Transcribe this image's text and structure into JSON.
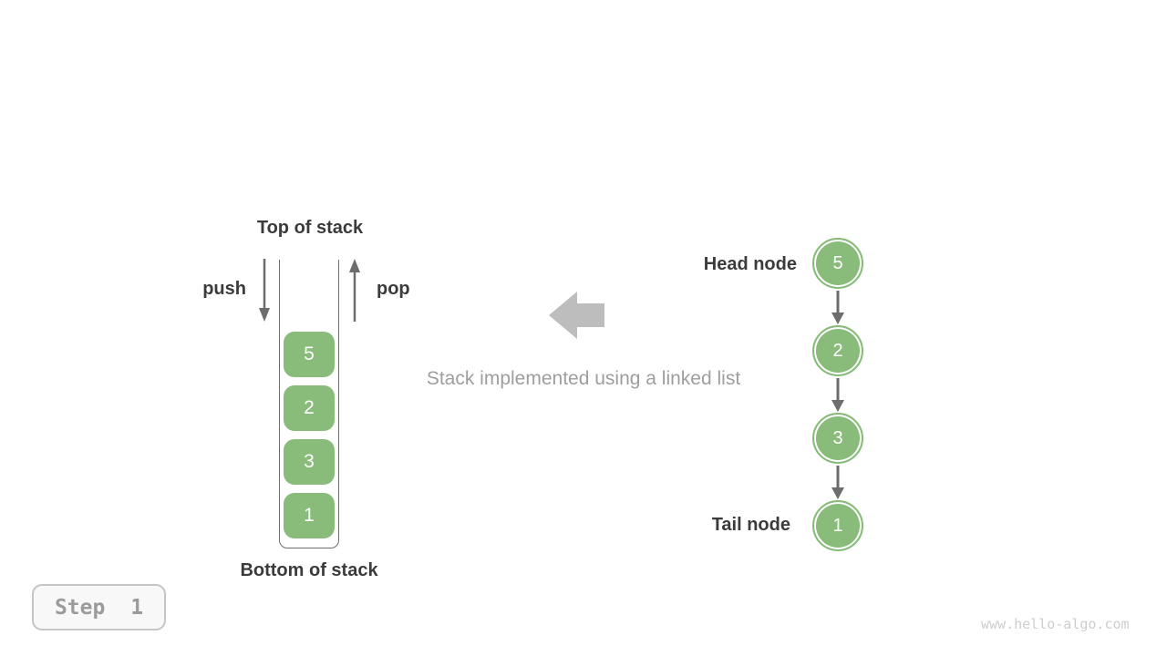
{
  "colors": {
    "node-green": "#89BB7B",
    "arrow-gray": "#6d6d6d",
    "big-arrow-gray": "#bdbdbd",
    "label-dark": "#3b3b3b",
    "caption-gray": "#9e9e9e",
    "container-border": "#6e6e6e",
    "badge-border": "#c5c5c5",
    "badge-bg": "#f8f8f8",
    "badge-text": "#9b9b9b",
    "watermark-gray": "#cdcdcd"
  },
  "stack": {
    "top_label": "Top of stack",
    "bottom_label": "Bottom of stack",
    "push_label": "push",
    "pop_label": "pop",
    "items": [
      "5",
      "2",
      "3",
      "1"
    ]
  },
  "caption": "Stack implemented using a linked list",
  "linked_list": {
    "head_label": "Head node",
    "tail_label": "Tail node",
    "nodes": [
      "5",
      "2",
      "3",
      "1"
    ]
  },
  "step_badge": {
    "label": "Step 1"
  },
  "watermark": "www.hello-algo.com"
}
